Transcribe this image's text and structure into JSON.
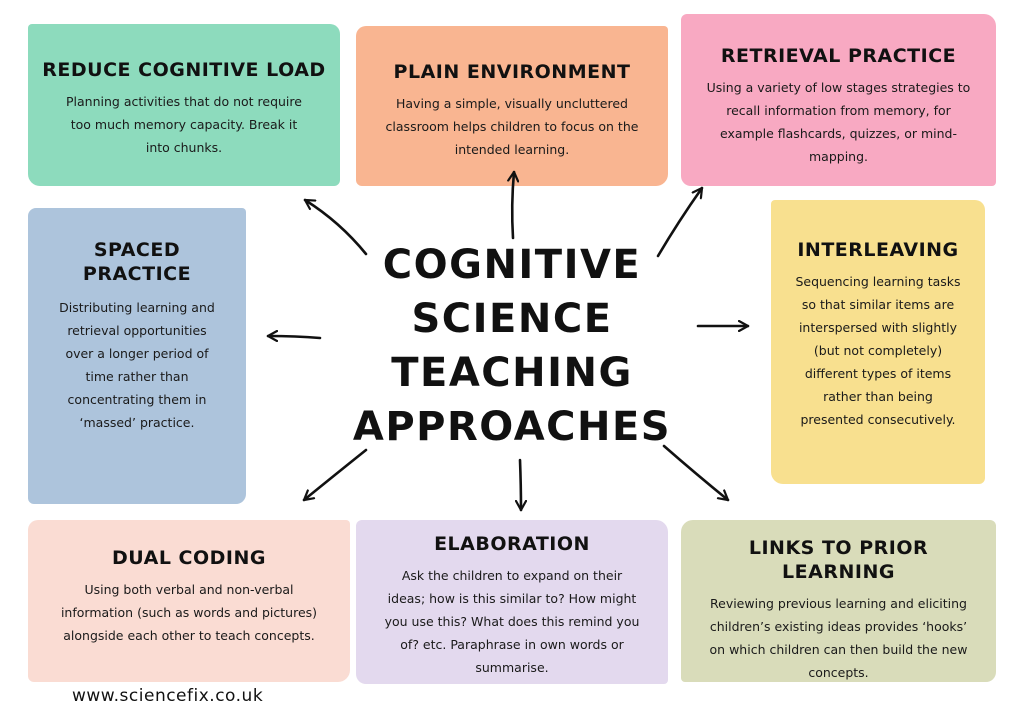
{
  "center": {
    "title_lines": [
      "COGNITIVE",
      "SCIENCE",
      "TEACHING",
      "APPROACHES"
    ]
  },
  "cards": {
    "reduce_cognitive_load": {
      "title": "REDUCE COGNITIVE LOAD",
      "body": "Planning activities that do not require too much memory capacity. Break it into chunks."
    },
    "plain_environment": {
      "title": "PLAIN ENVIRONMENT",
      "body": "Having a simple, visually uncluttered classroom helps children to focus on the intended learning."
    },
    "retrieval_practice": {
      "title": "RETRIEVAL PRACTICE",
      "body": "Using a variety of low stages strategies to recall information from memory, for example flashcards, quizzes, or mind-mapping."
    },
    "spaced_practice": {
      "title": "SPACED PRACTICE",
      "body": "Distributing learning and retrieval opportunities over a longer period of time rather than concentrating them in ‘massed’ practice."
    },
    "interleaving": {
      "title": "INTERLEAVING",
      "body": "Sequencing learning tasks so that similar items are interspersed with slightly (but not completely) different types of items rather than being presented consecutively."
    },
    "dual_coding": {
      "title": "DUAL CODING",
      "body": "Using both verbal and non-verbal information (such as words and pictures) alongside each other to teach concepts."
    },
    "elaboration": {
      "title": "ELABORATION",
      "body": "Ask the children to expand on their ideas; how is this similar to? How might you use this? What does this remind you of? etc. Paraphrase in own words or summarise."
    },
    "links_to_prior_learning": {
      "title": "LINKS TO PRIOR LEARNING",
      "body": "Reviewing previous learning and eliciting children’s existing ideas provides ‘hooks’ on which children can then build the new concepts."
    }
  },
  "footer": {
    "url": "www.sciencefix.co.uk"
  },
  "colors": {
    "reduce_cognitive_load": "#8ddbbd",
    "plain_environment": "#f9b591",
    "retrieval_practice": "#f8a9c2",
    "spaced_practice": "#adc4dc",
    "interleaving": "#f8e08f",
    "dual_coding": "#fadcd3",
    "elaboration": "#e3d9ee",
    "links_to_prior_learning": "#d9dcba",
    "ink": "#111111"
  }
}
